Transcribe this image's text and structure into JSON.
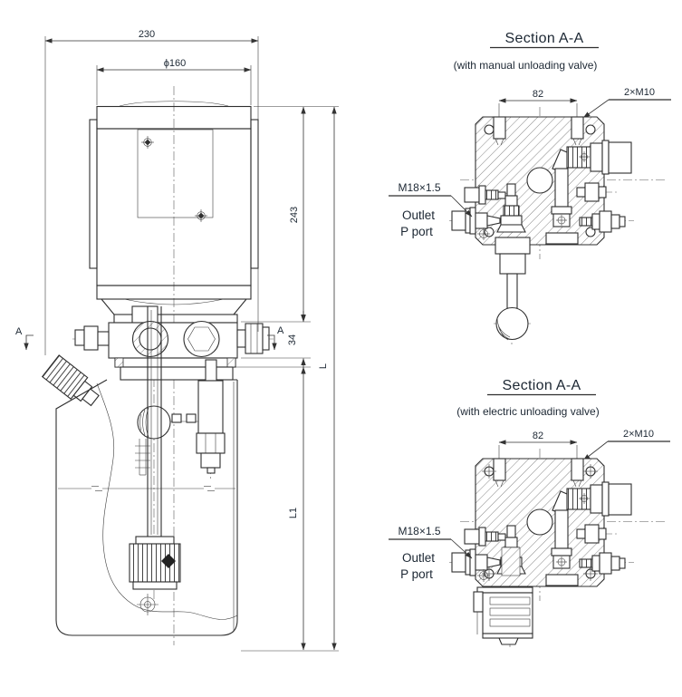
{
  "front_view": {
    "dim_overall_width": "230",
    "dim_motor_diameter": "ϕ160",
    "dim_motor_height": "243",
    "dim_manifold_height": "34",
    "dim_overall_height": "L",
    "dim_tank_height": "L1",
    "section_mark_left": "A",
    "section_mark_right": "A"
  },
  "sections": [
    {
      "title": "Section A-A",
      "subtitle": "(with manual unloading valve)",
      "dim_bolt_spacing": "82",
      "bolt_callout": "2×M10",
      "thread_callout": "M18×1.5",
      "port_label_line1": "Outlet",
      "port_label_line2": "P port"
    },
    {
      "title": "Section A-A",
      "subtitle": "(with electric unloading valve)",
      "dim_bolt_spacing": "82",
      "bolt_callout": "2×M10",
      "thread_callout": "M18×1.5",
      "port_label_line1": "Outlet",
      "port_label_line2": "P port"
    }
  ],
  "colors": {
    "line": "#2f2f2f",
    "text": "#1c2733",
    "background": "#ffffff"
  }
}
